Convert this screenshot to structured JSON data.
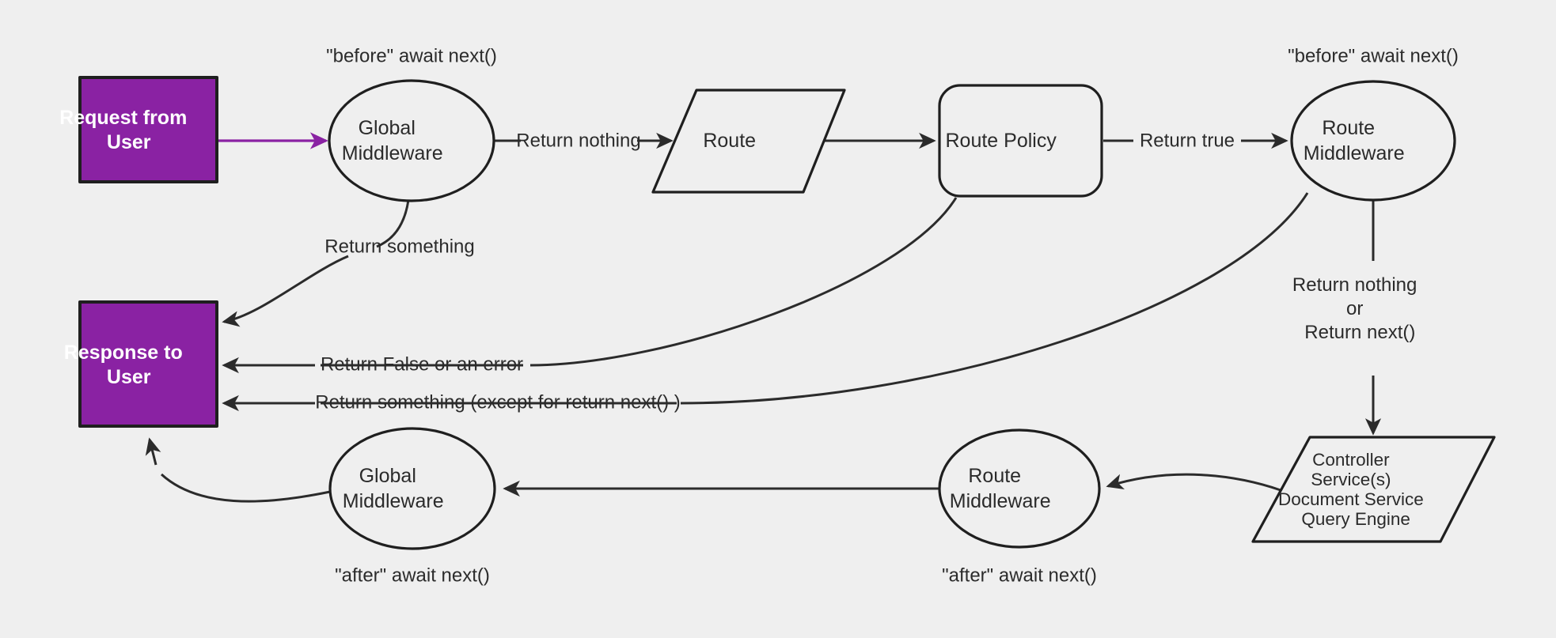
{
  "diagram": {
    "title": "Request / Response middleware pipeline",
    "background_color": "#efefef",
    "accent_color": "#8a22a3",
    "line_color": "#2b2b2b",
    "nodes": {
      "request_from_user": {
        "line1": "Request from",
        "line2": "User",
        "shape": "rectangle"
      },
      "response_to_user": {
        "line1": "Response to",
        "line2": "User",
        "shape": "rectangle"
      },
      "global_middleware_before": {
        "line1": "Global",
        "line2": "Middleware",
        "shape": "ellipse"
      },
      "route": {
        "line1": "Route",
        "shape": "parallelogram"
      },
      "route_policy": {
        "line1": "Route Policy",
        "shape": "rounded-rectangle"
      },
      "route_middleware_before": {
        "line1": "Route",
        "line2": "Middleware",
        "shape": "ellipse"
      },
      "controller": {
        "line1": "Controller",
        "line2": "Service(s)",
        "line3": "Document Service",
        "line4": "Query Engine",
        "shape": "parallelogram"
      },
      "route_middleware_after": {
        "line1": "Route",
        "line2": "Middleware",
        "shape": "ellipse"
      },
      "global_middleware_after": {
        "line1": "Global",
        "line2": "Middleware",
        "shape": "ellipse"
      }
    },
    "annotations": {
      "before_global": "\"before\" await next()",
      "before_route_mw": "\"before\" await next()",
      "after_global": "\"after\" await next()",
      "after_route_mw": "\"after\" await next()"
    },
    "edge_labels": {
      "request_to_global": "",
      "global_to_route": "Return nothing",
      "global_to_response": "Return something",
      "route_to_policy": "",
      "policy_to_route_mw": "Return true",
      "policy_to_response": "Return False or an error",
      "route_mw_to_response": "Return something (except for return next() )",
      "route_mw_to_controller_line1": "Return nothing",
      "route_mw_to_controller_line2": "or",
      "route_mw_to_controller_line3": "Return next()",
      "controller_to_route_mw_after": "",
      "route_mw_after_to_global_after": "",
      "global_after_to_response": ""
    }
  }
}
